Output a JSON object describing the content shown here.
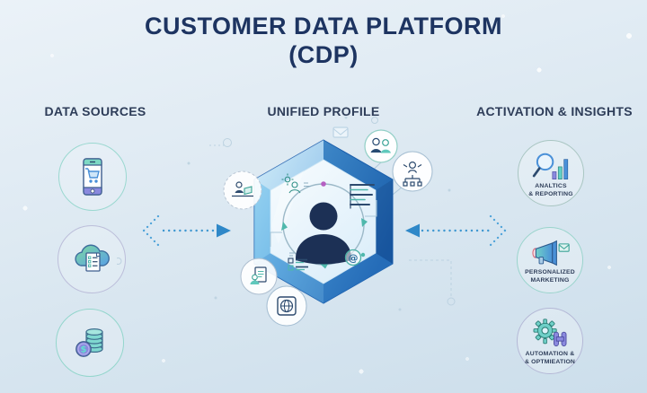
{
  "title": {
    "line1": "CUSTOMER DATA PLATFORM",
    "line2": "(CDP)"
  },
  "sections": {
    "data_sources": "DATA SOURCES",
    "unified_profile": "UNIFIED PROFILE",
    "activation_insights": "ACTIVATION & INSIGHTS"
  },
  "data_source_items": [
    {
      "icon": "mobile-shopping-cart-icon"
    },
    {
      "icon": "cloud-document-icon"
    },
    {
      "icon": "coins-dollar-icon"
    }
  ],
  "center": {
    "at_symbol": "@"
  },
  "activation_items": [
    {
      "icon": "analytics-reporting-icon",
      "label_line1": "ANALTICS",
      "label_line2": "& REPORTING"
    },
    {
      "icon": "personalized-marketing-icon",
      "label_line1": "PERSONALIZED",
      "label_line2": "MARKETING"
    },
    {
      "icon": "automation-optimization-icon",
      "label_line1": "AUTOMATION &",
      "label_line2": "& OPTMIEATION"
    }
  ],
  "colors": {
    "title_navy": "#1d3461",
    "header_navy": "#2e3d59",
    "teal": "#6fcfc3",
    "purple": "#8a89de",
    "blue": "#4a90d8",
    "hexagon_deep_blue": "#1f63b2",
    "hexagon_light_blue": "#b8e4f6",
    "silhouette_navy": "#1c3055",
    "background_top": "#ebf2f8",
    "background_bottom": "#ccdeeb",
    "arrow_blue": "#3f97d0"
  }
}
